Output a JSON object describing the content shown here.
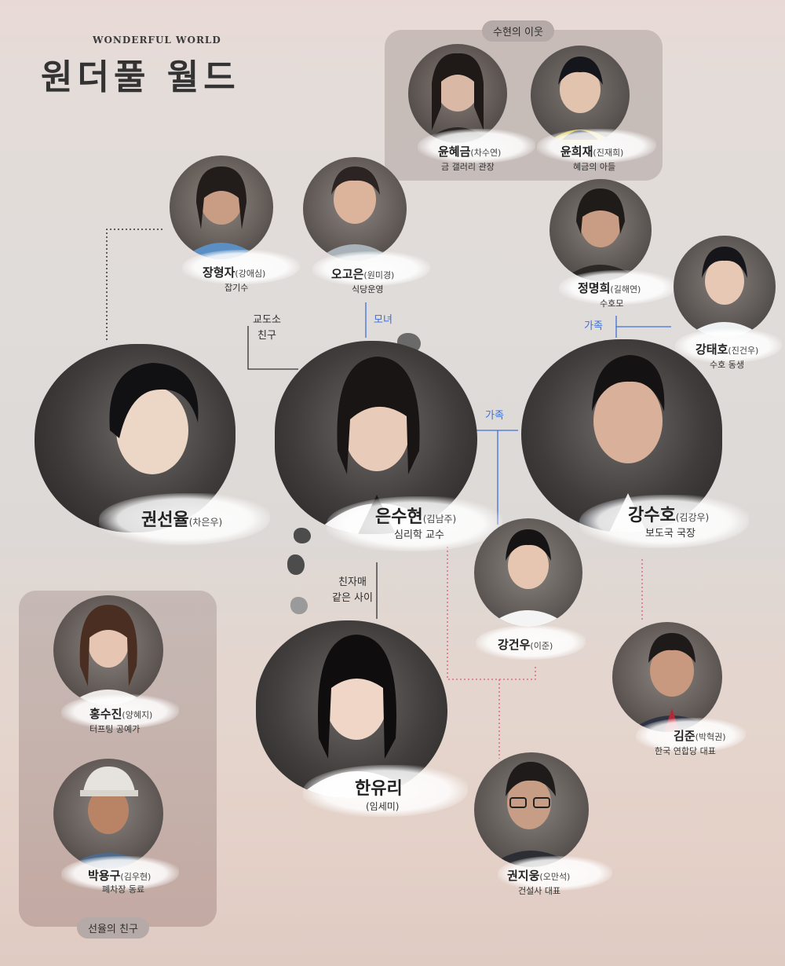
{
  "title_en": "WONDERFUL WORLD",
  "title_ko": "원더풀 월드",
  "groups": {
    "neighbors": "수현의 이웃",
    "friends": "선율의 친구"
  },
  "relations": {
    "prison_friend_1": "교도소",
    "prison_friend_2": "친구",
    "mother_daughter": "모녀",
    "family_top": "가족",
    "family_mid": "가족",
    "sisters_1": "친자매",
    "sisters_2": "같은 사이"
  },
  "characters": {
    "yun_hyegeum": {
      "name": "윤혜금",
      "actor": "(차수연)",
      "role": "금 갤러리 관장"
    },
    "yun_huijae": {
      "name": "윤희재",
      "actor": "(진재희)",
      "role": "혜금의 아들"
    },
    "jang_hyeongja": {
      "name": "장형자",
      "actor": "(강애심)",
      "role": "잡기수"
    },
    "o_goeun": {
      "name": "오고은",
      "actor": "(원미경)",
      "role": "식당운영"
    },
    "jeong_myeonghui": {
      "name": "정명희",
      "actor": "(길해연)",
      "role": "수호모"
    },
    "gang_taeho": {
      "name": "강태호",
      "actor": "(진건우)",
      "role": "수호 동생"
    },
    "gwon_seonyul": {
      "name": "권선율",
      "actor": "(차은우)",
      "role": ""
    },
    "eun_suhyeon": {
      "name": "은수현",
      "actor": "(김남주)",
      "role": "심리학 교수"
    },
    "gang_suho": {
      "name": "강수호",
      "actor": "(김강우)",
      "role": "보도국 국장"
    },
    "gang_geonu": {
      "name": "강건우",
      "actor": "(이준)",
      "role": ""
    },
    "hong_sujin": {
      "name": "홍수진",
      "actor": "(양혜지)",
      "role": "터프팅 공예가"
    },
    "han_yuri": {
      "name": "한유리",
      "actor": "(임세미)",
      "role": ""
    },
    "kim_jun": {
      "name": "김준",
      "actor": "(박혁권)",
      "role": "한국 연합당 대표"
    },
    "bak_yonggu": {
      "name": "박용구",
      "actor": "(김우현)",
      "role": "폐차장 동료"
    },
    "gwon_jiung": {
      "name": "권지웅",
      "actor": "(오만석)",
      "role": "건설사 대표"
    }
  },
  "colors": {
    "family_line": "#3f6fd8",
    "pink_dotted": "#e0567e",
    "group_box": "#c9bfbc"
  }
}
